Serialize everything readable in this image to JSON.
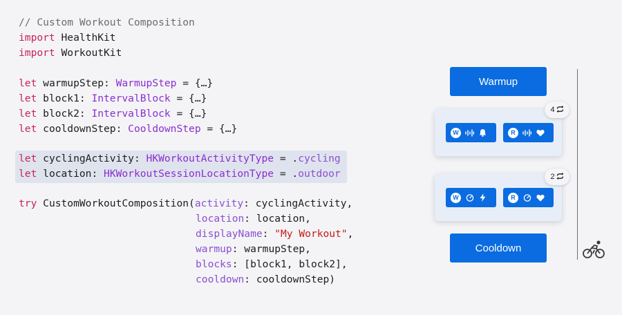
{
  "code": {
    "comment": "// Custom Workout Composition",
    "import_kw": "import",
    "import1": "HealthKit",
    "import2": "WorkoutKit",
    "let_kw": "let",
    "try_kw": "try",
    "warmup_name": "warmupStep",
    "warmup_type": "WarmupStep",
    "block1_name": "block1",
    "block2_name": "block2",
    "interval_type": "IntervalBlock",
    "cooldown_name": "cooldownStep",
    "cooldown_type": "CooldownStep",
    "placeholder_value": "= {…}",
    "activity_var": "cyclingActivity",
    "activity_type": "HKWorkoutActivityType",
    "activity_value": "cycling",
    "location_var": "location",
    "location_type": "HKWorkoutSessionLocationType",
    "location_value": "outdoor",
    "composition_call": "CustomWorkoutComposition(",
    "arg_activity": "activity",
    "arg_location": "location",
    "arg_display": "displayName",
    "display_value": "\"My Workout\"",
    "arg_warmup": "warmup",
    "arg_blocks": "blocks",
    "blocks_value": "[block1, block2],",
    "arg_cooldown": "cooldown",
    "cooldown_value": "cooldownStep)"
  },
  "diagram": {
    "warmup_label": "Warmup",
    "cooldown_label": "Cooldown",
    "block1": {
      "iterations": "4",
      "steps": [
        {
          "badge": "W",
          "icons": [
            "waveform-icon",
            "bell-icon"
          ]
        },
        {
          "badge": "R",
          "icons": [
            "waveform-icon",
            "heart-icon"
          ]
        }
      ]
    },
    "block2": {
      "iterations": "2",
      "steps": [
        {
          "badge": "W",
          "icons": [
            "timer-icon",
            "bolt-icon"
          ]
        },
        {
          "badge": "R",
          "icons": [
            "timer-icon",
            "heart-icon"
          ]
        }
      ]
    },
    "activity_icon": "bicycle-icon",
    "repeat_icon": "repeat-icon"
  },
  "colors": {
    "accent": "#0a6ce0",
    "keyword": "#c8235a",
    "type": "#8a2ed0",
    "string": "#c41a16",
    "highlight": "#dfe3ee"
  }
}
